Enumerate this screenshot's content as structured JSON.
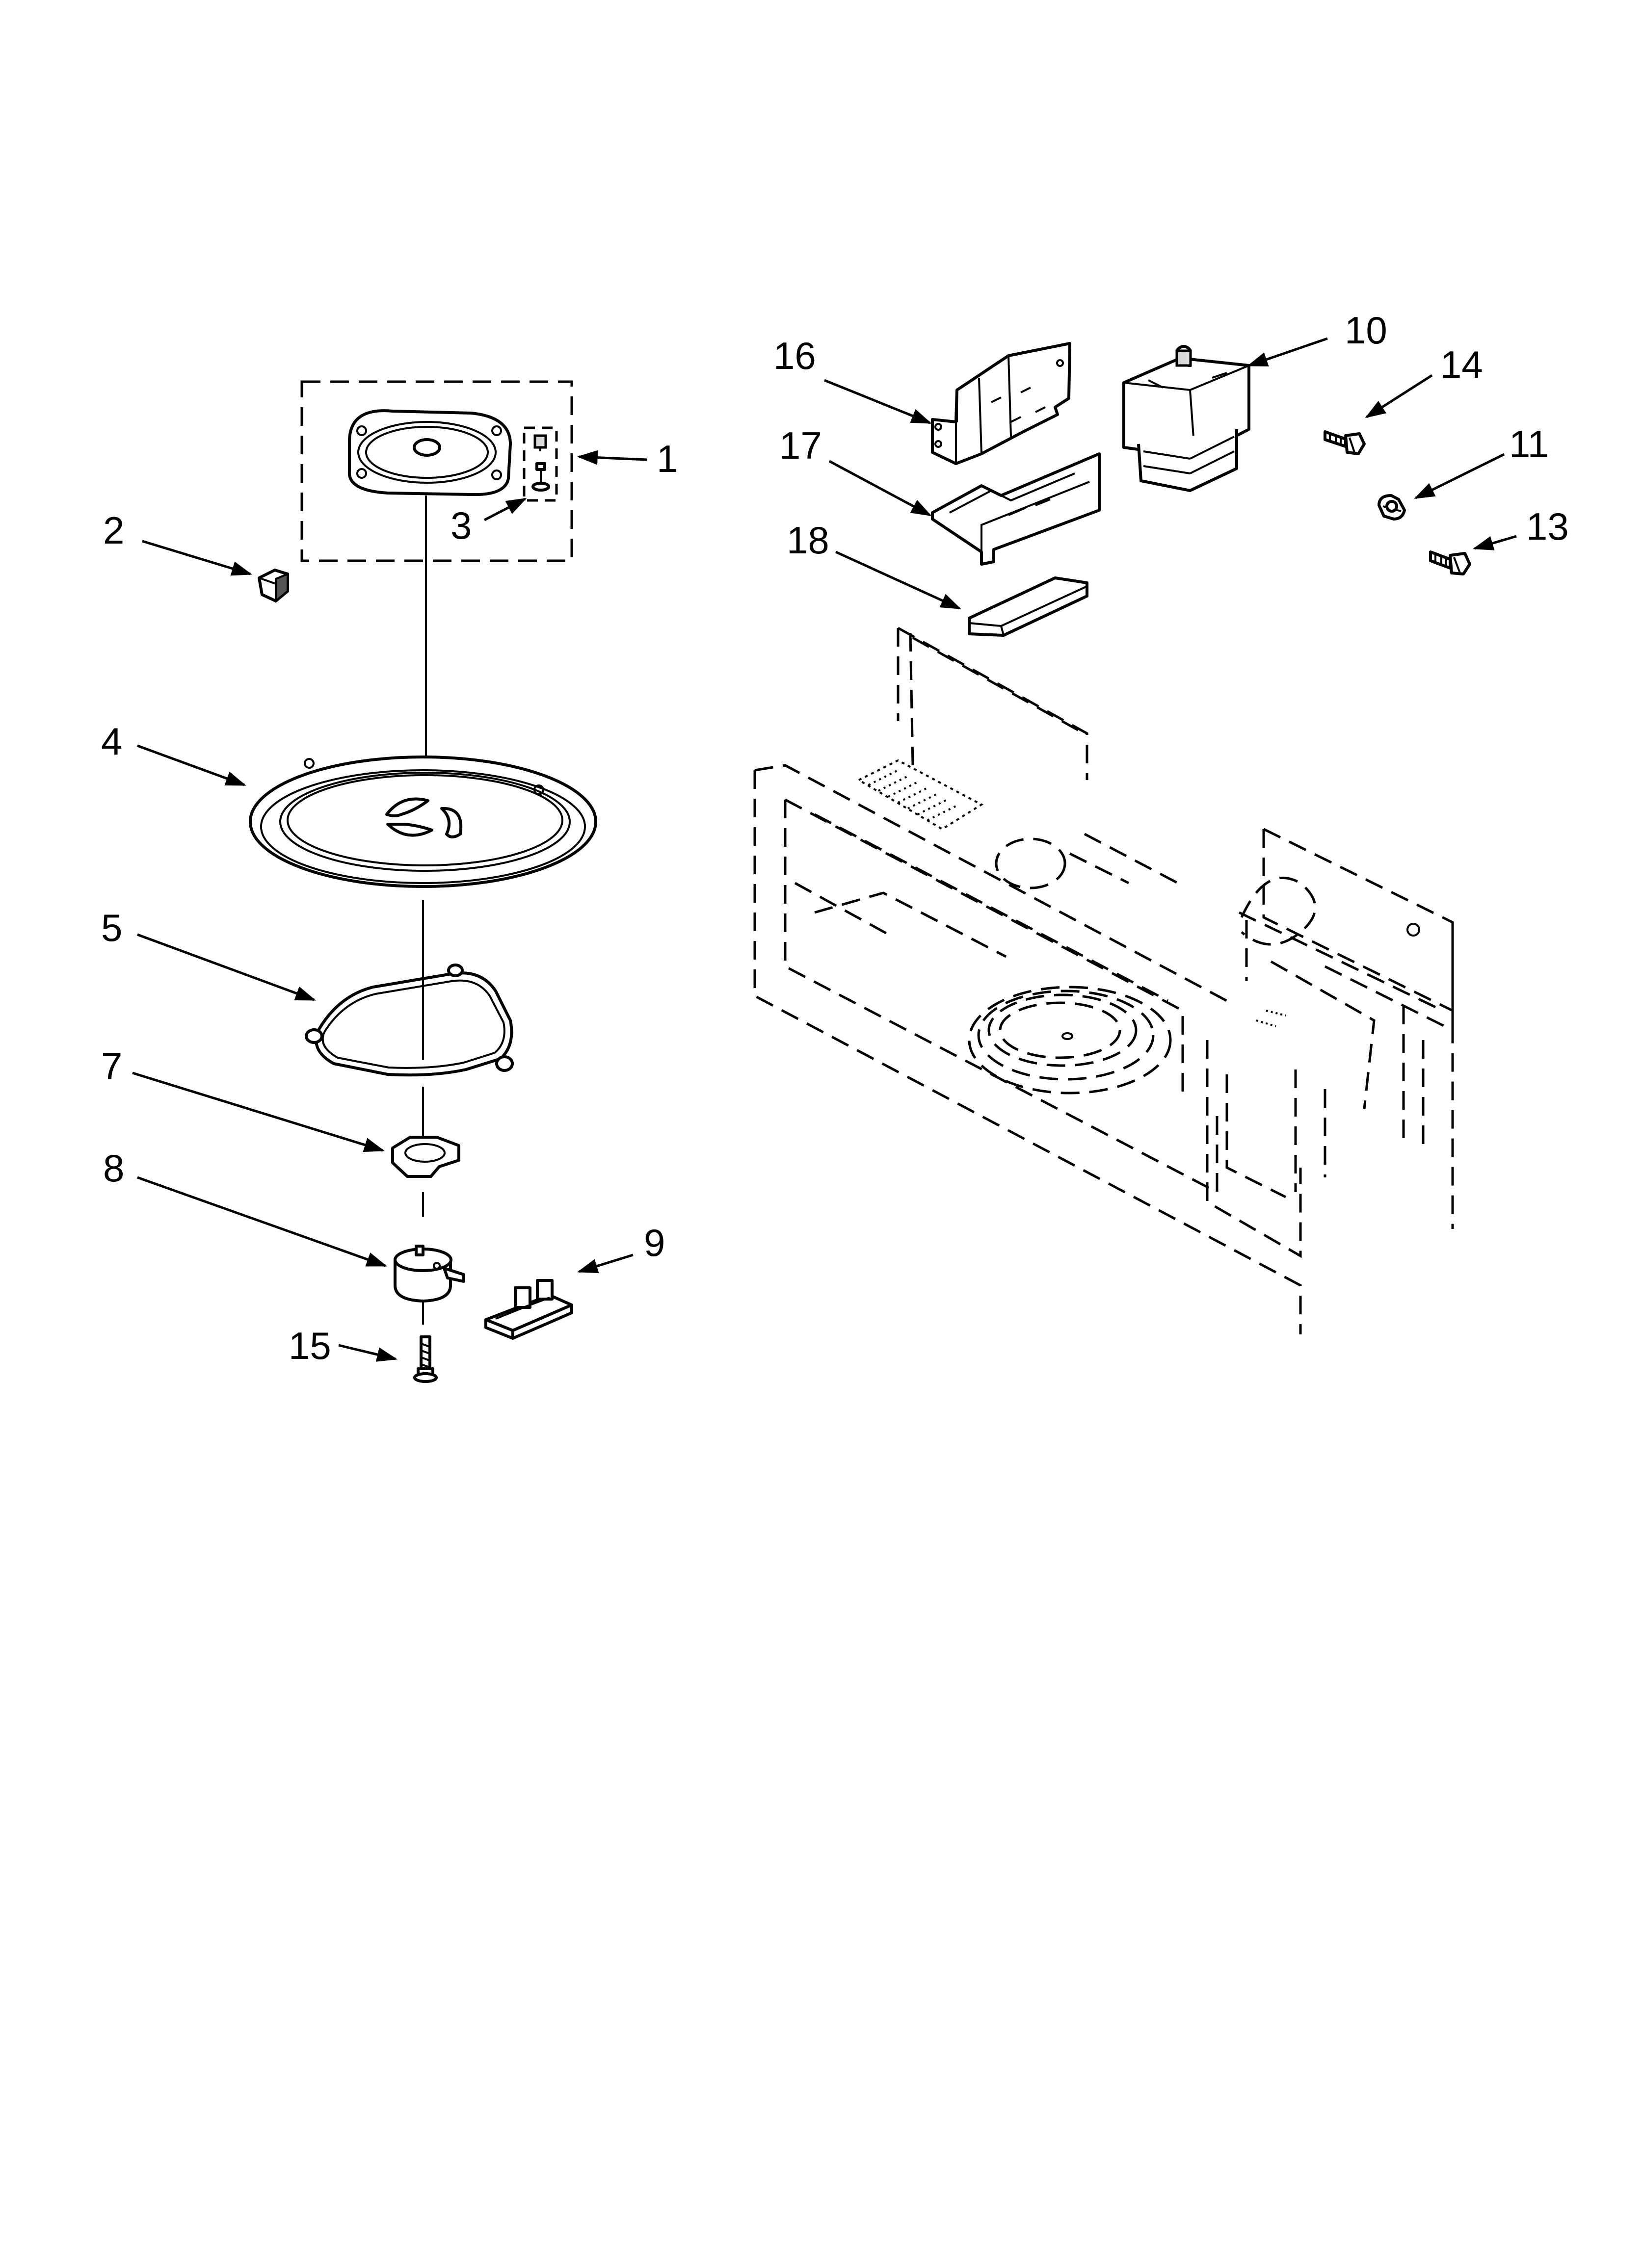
{
  "callouts": [
    {
      "id": "1",
      "label": "1"
    },
    {
      "id": "2",
      "label": "2"
    },
    {
      "id": "3",
      "label": "3"
    },
    {
      "id": "4",
      "label": "4"
    },
    {
      "id": "5",
      "label": "5"
    },
    {
      "id": "7",
      "label": "7"
    },
    {
      "id": "8",
      "label": "8"
    },
    {
      "id": "9",
      "label": "9"
    },
    {
      "id": "10",
      "label": "10"
    },
    {
      "id": "11",
      "label": "11"
    },
    {
      "id": "13",
      "label": "13"
    },
    {
      "id": "14",
      "label": "14"
    },
    {
      "id": "15",
      "label": "15"
    },
    {
      "id": "16",
      "label": "16"
    },
    {
      "id": "17",
      "label": "17"
    },
    {
      "id": "18",
      "label": "18"
    }
  ]
}
